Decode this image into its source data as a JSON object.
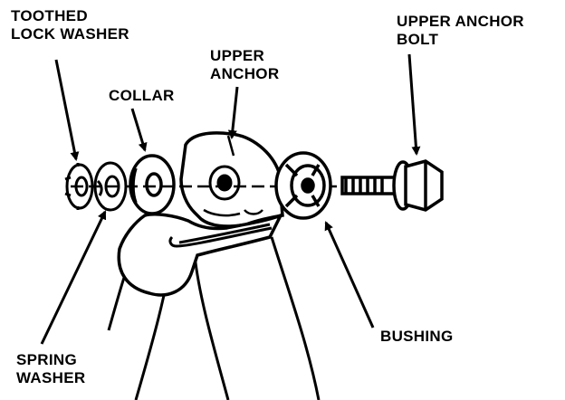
{
  "labels": {
    "toothed_lock_washer": [
      "TOOTHED",
      "LOCK WASHER"
    ],
    "collar": [
      "COLLAR"
    ],
    "upper_anchor": [
      "UPPER",
      "ANCHOR"
    ],
    "upper_anchor_bolt": [
      "UPPER ANCHOR",
      "BOLT"
    ],
    "spring_washer": [
      "SPRING",
      "WASHER"
    ],
    "bushing": [
      "BUSHING"
    ]
  },
  "colors": {
    "ink": "#000000",
    "paper": "#ffffff"
  }
}
